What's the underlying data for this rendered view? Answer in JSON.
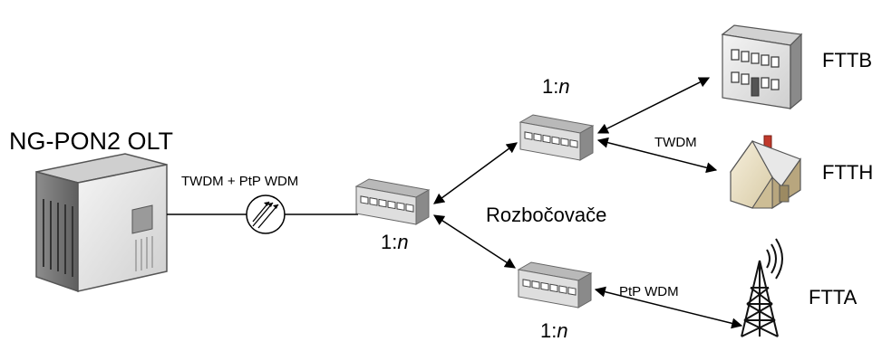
{
  "olt": {
    "label": "NG-PON2 OLT"
  },
  "links": {
    "trunk_label": "TWDM + PtP WDM",
    "twdm_label": "TWDM",
    "ptp_label": "PtP WDM"
  },
  "splitters": {
    "main_ratio": "1:",
    "main_n": "n",
    "upper_ratio": "1:",
    "upper_n": "n",
    "lower_ratio": "1:",
    "lower_n": "n",
    "group_label": "Rozbočovače"
  },
  "endpoints": {
    "fttb": "FTTB",
    "ftth": "FTTH",
    "ftta": "FTTA"
  }
}
